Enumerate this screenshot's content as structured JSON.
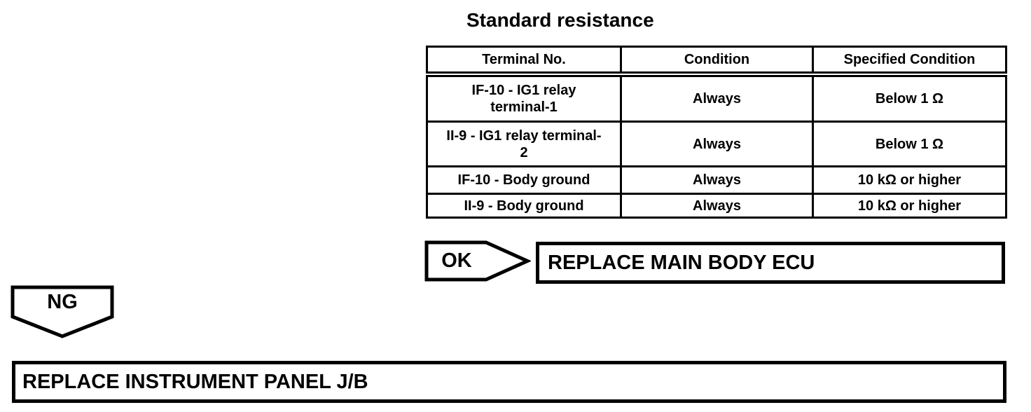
{
  "page": {
    "background": "#ffffff",
    "line_color": "#000000"
  },
  "title": "Standard resistance",
  "table": {
    "headers": [
      "Terminal No.",
      "Condition",
      "Specified Condition"
    ],
    "rows": [
      {
        "terminal": "IF-10 - IG1 relay\nterminal-1",
        "condition": "Always",
        "specified": "Below 1 Ω"
      },
      {
        "terminal": "II-9 - IG1 relay terminal-\n2",
        "condition": "Always",
        "specified": "Below 1 Ω"
      },
      {
        "terminal": "IF-10 - Body ground",
        "condition": "Always",
        "specified": "10 kΩ or higher"
      },
      {
        "terminal": "II-9 - Body ground",
        "condition": "Always",
        "specified": "10 kΩ or higher"
      }
    ]
  },
  "flowchart": {
    "ok": {
      "label": "OK",
      "action": "REPLACE MAIN BODY ECU"
    },
    "ng": {
      "label": "NG",
      "action": "REPLACE INSTRUMENT PANEL J/B"
    }
  }
}
